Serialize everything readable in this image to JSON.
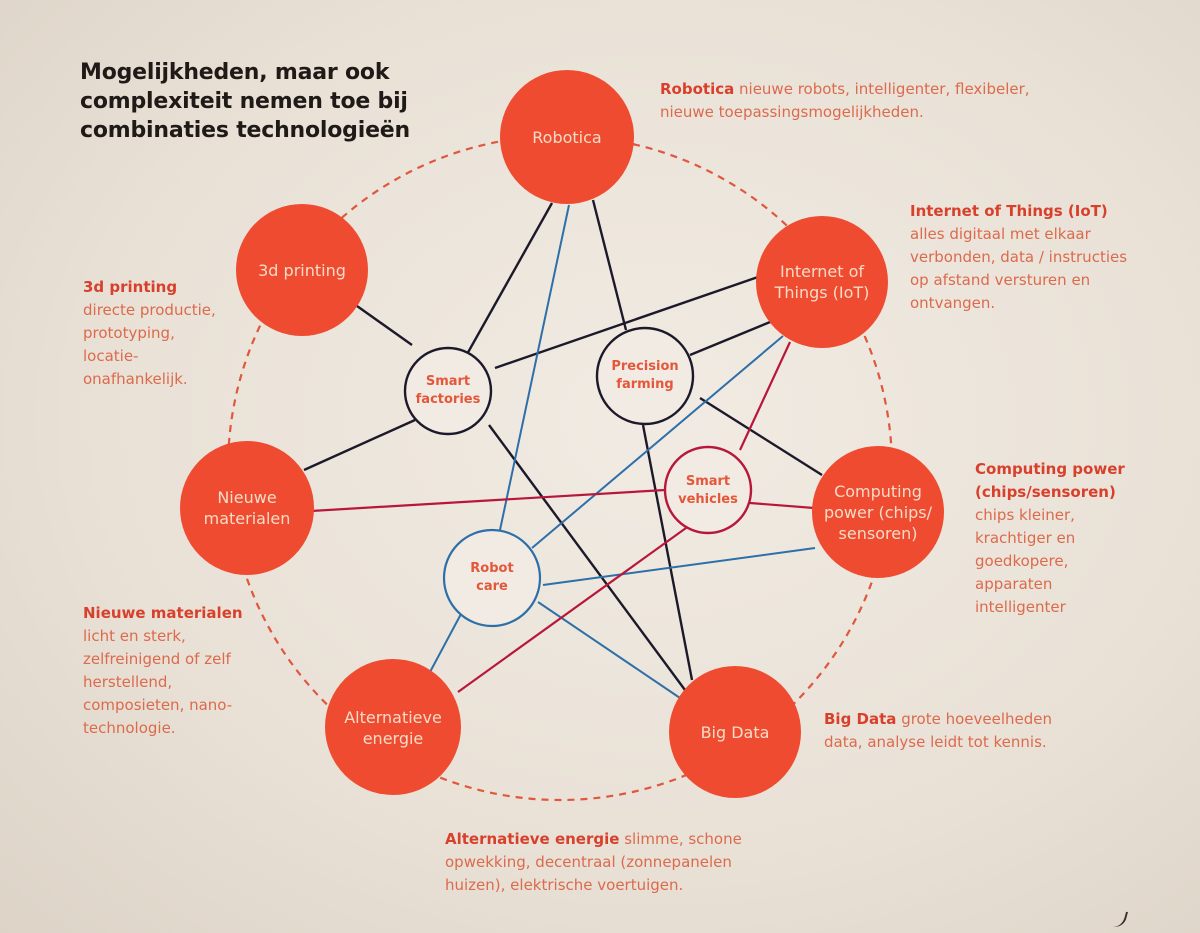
{
  "title": "Mogelijkheden, maar ook complexiteit nemen toe bij combinaties technologieën",
  "colors": {
    "node_fill": "#ef4b31",
    "dashed_ring": "#e0573e",
    "line_black": "#1c1a2a",
    "line_blue": "#2d6fa8",
    "line_red": "#b8173a",
    "text_orange": "#e0533b",
    "background": "#ece4da"
  },
  "outer_nodes": [
    {
      "id": "robotica",
      "label": "Robotica"
    },
    {
      "id": "iot",
      "label": "Internet of Things (IoT)"
    },
    {
      "id": "computing",
      "label": "Computing power (chips/ sensoren)"
    },
    {
      "id": "bigdata",
      "label": "Big Data"
    },
    {
      "id": "alternatief",
      "label": "Alternatieve energie"
    },
    {
      "id": "materialen",
      "label": "Nieuwe materialen"
    },
    {
      "id": "printing",
      "label": "3d printing"
    }
  ],
  "inner_nodes": [
    {
      "id": "smart_factories",
      "label": "Smart factories",
      "color": "black"
    },
    {
      "id": "precision_farming",
      "label": "Precision farming",
      "color": "black"
    },
    {
      "id": "smart_vehicles",
      "label": "Smart vehicles",
      "color": "red"
    },
    {
      "id": "robot_care",
      "label": "Robot care",
      "color": "blue"
    }
  ],
  "connections": {
    "black": [
      [
        "robotica",
        "smart_factories"
      ],
      [
        "robotica",
        "precision_farming"
      ],
      [
        "printing",
        "smart_factories"
      ],
      [
        "materialen",
        "smart_factories"
      ],
      [
        "iot",
        "smart_factories"
      ],
      [
        "iot",
        "precision_farming"
      ],
      [
        "precision_farming",
        "computing"
      ],
      [
        "precision_farming",
        "bigdata"
      ],
      [
        "smart_factories",
        "bigdata"
      ]
    ],
    "blue": [
      [
        "robotica",
        "robot_care"
      ],
      [
        "iot",
        "robot_care"
      ],
      [
        "computing",
        "robot_care"
      ],
      [
        "robot_care",
        "alternatief"
      ],
      [
        "robot_care",
        "bigdata"
      ]
    ],
    "red": [
      [
        "materialen",
        "smart_vehicles"
      ],
      [
        "iot",
        "smart_vehicles"
      ],
      [
        "computing",
        "smart_vehicles"
      ],
      [
        "smart_vehicles",
        "alternatief"
      ]
    ]
  },
  "descriptions": {
    "robotica": {
      "head": "Robotica",
      "body": "nieuwe robots, intelligenter, flexibeler, nieuwe toepassingsmogelijkheden."
    },
    "iot": {
      "head": "Internet of Things (IoT)",
      "body": "alles digitaal met elkaar verbonden, data / instructies op afstand versturen en ontvangen."
    },
    "computing": {
      "head": "Computing power (chips/sensoren)",
      "body": "chips kleiner, krachtiger en goedkopere, apparaten intelligenter"
    },
    "bigdata": {
      "head": "Big Data",
      "body": "grote hoeveelheden data, analyse leidt tot kennis."
    },
    "alternatief": {
      "head": "Alternatieve energie",
      "body": "slimme, schone opwekking, decentraal (zonnepanelen huizen), elektrische voertuigen."
    },
    "materialen": {
      "head": "Nieuwe materialen",
      "body": "licht en sterk, zelfreinigend of zelf herstellend, composieten, nano-technologie."
    },
    "printing": {
      "head": "3d printing",
      "body": "directe productie, prototyping, locatie-onafhankelijk."
    }
  }
}
